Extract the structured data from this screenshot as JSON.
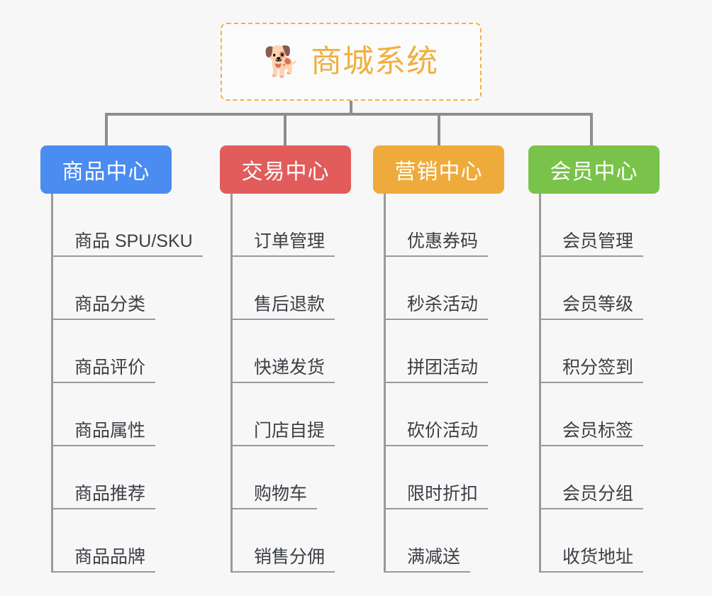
{
  "root": {
    "icon": "shiba-dog-face-emoji",
    "icon_glyph": "🐕",
    "title": "商城系统",
    "border_color": "#f2b23e",
    "text_color": "#efb040"
  },
  "connector": {
    "color": "#8d8d8d"
  },
  "columns": [
    {
      "header": "商品中心",
      "color": "#4a8cf0",
      "items": [
        "商品 SPU/SKU",
        "商品分类",
        "商品评价",
        "商品属性",
        "商品推荐",
        "商品品牌"
      ]
    },
    {
      "header": "交易中心",
      "color": "#e25c5c",
      "items": [
        "订单管理",
        "售后退款",
        "快递发货",
        "门店自提",
        "购物车",
        "销售分佣"
      ]
    },
    {
      "header": "营销中心",
      "color": "#eeab3c",
      "items": [
        "优惠券码",
        "秒杀活动",
        "拼团活动",
        "砍价活动",
        "限时折扣",
        "满减送"
      ]
    },
    {
      "header": "会员中心",
      "color": "#79c34a",
      "items": [
        "会员管理",
        "会员等级",
        "积分签到",
        "会员标签",
        "会员分组",
        "收货地址"
      ]
    }
  ]
}
